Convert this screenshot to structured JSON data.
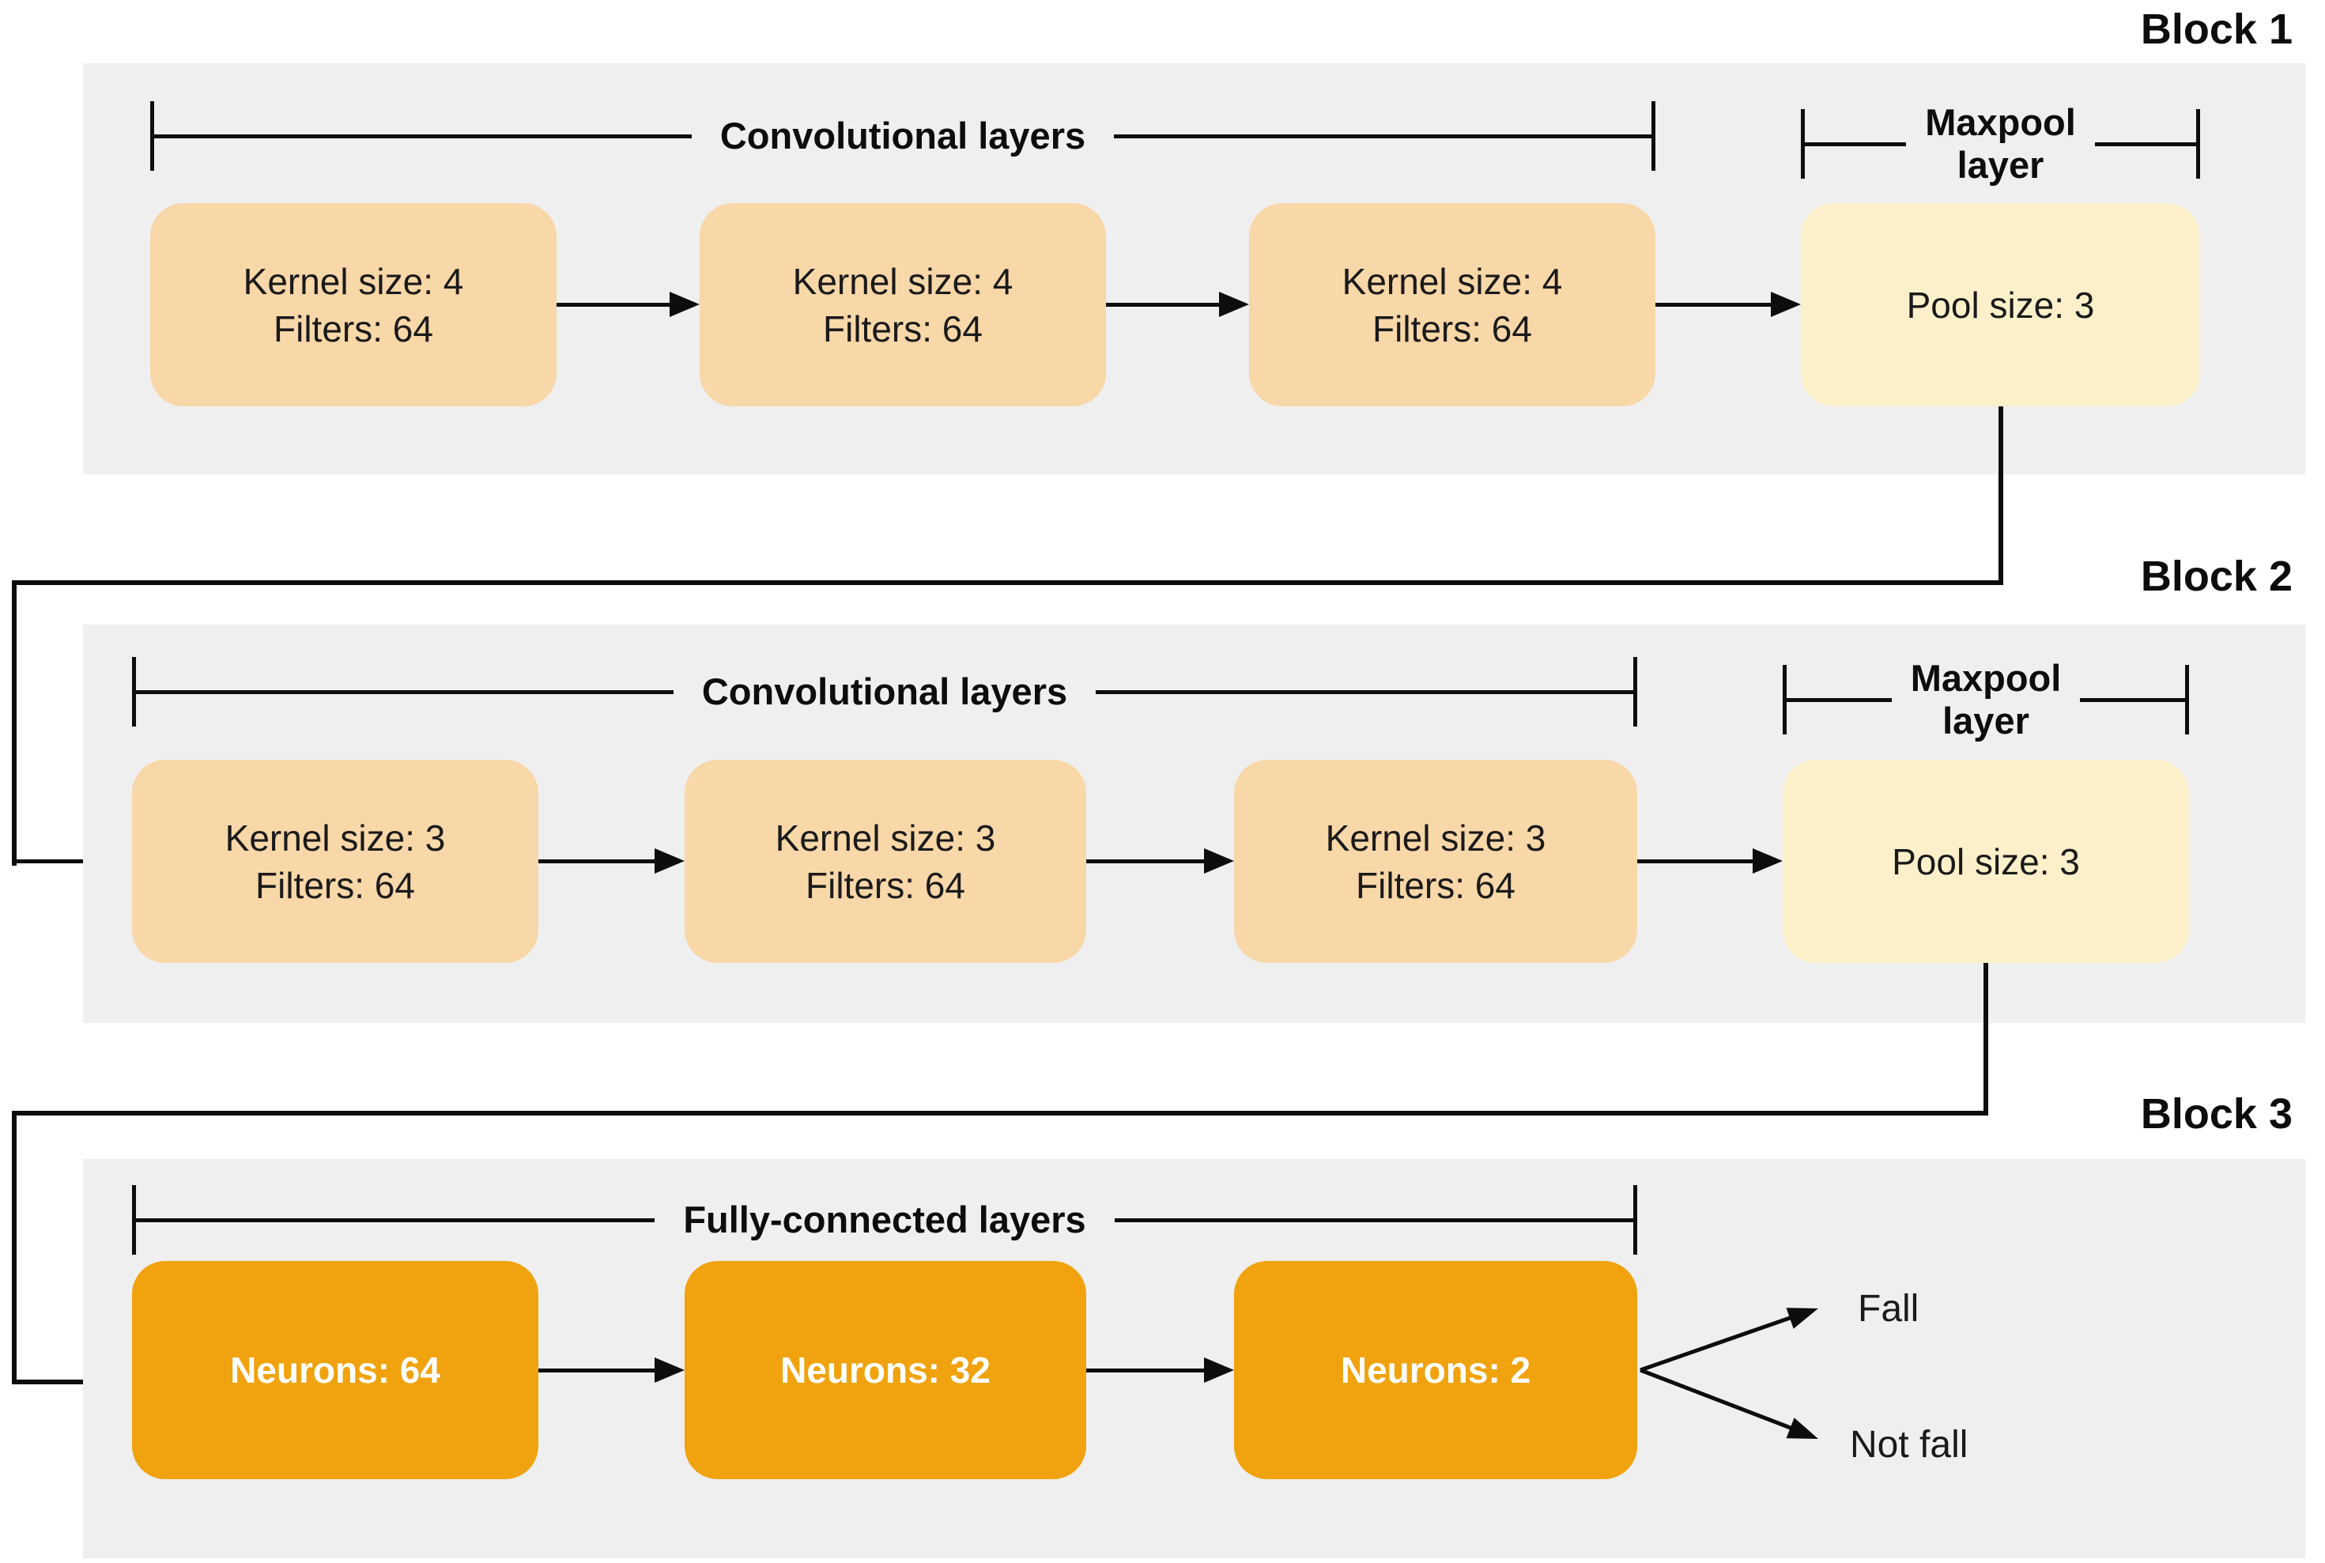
{
  "colors": {
    "block_background": "#efefef",
    "conv_box_fill": "#f8d7a8",
    "pool_box_fill": "#fcf0cb",
    "fc_box_fill": "#f0a30e",
    "line_color": "#0d0d0d",
    "fc_text_color": "#ffffff"
  },
  "blocks": [
    {
      "label": "Block 1",
      "group_label": "Convolutional layers",
      "maxpool": {
        "line1": "Maxpool",
        "line2": "layer"
      },
      "conv_boxes": [
        {
          "line1": "Kernel size: 4",
          "line2": "Filters: 64"
        },
        {
          "line1": "Kernel size: 4",
          "line2": "Filters: 64"
        },
        {
          "line1": "Kernel size: 4",
          "line2": "Filters: 64"
        }
      ],
      "pool_box": {
        "text": "Pool size: 3"
      }
    },
    {
      "label": "Block 2",
      "group_label": "Convolutional layers",
      "maxpool": {
        "line1": "Maxpool",
        "line2": "layer"
      },
      "conv_boxes": [
        {
          "line1": "Kernel size: 3",
          "line2": "Filters: 64"
        },
        {
          "line1": "Kernel size: 3",
          "line2": "Filters: 64"
        },
        {
          "line1": "Kernel size: 3",
          "line2": "Filters: 64"
        }
      ],
      "pool_box": {
        "text": "Pool size: 3"
      }
    },
    {
      "label": "Block 3",
      "group_label": "Fully-connected layers",
      "fc_boxes": [
        {
          "text": "Neurons: 64"
        },
        {
          "text": "Neurons: 32"
        },
        {
          "text": "Neurons: 2"
        }
      ],
      "outputs": [
        {
          "label": "Fall"
        },
        {
          "label": "Not fall"
        }
      ]
    }
  ]
}
